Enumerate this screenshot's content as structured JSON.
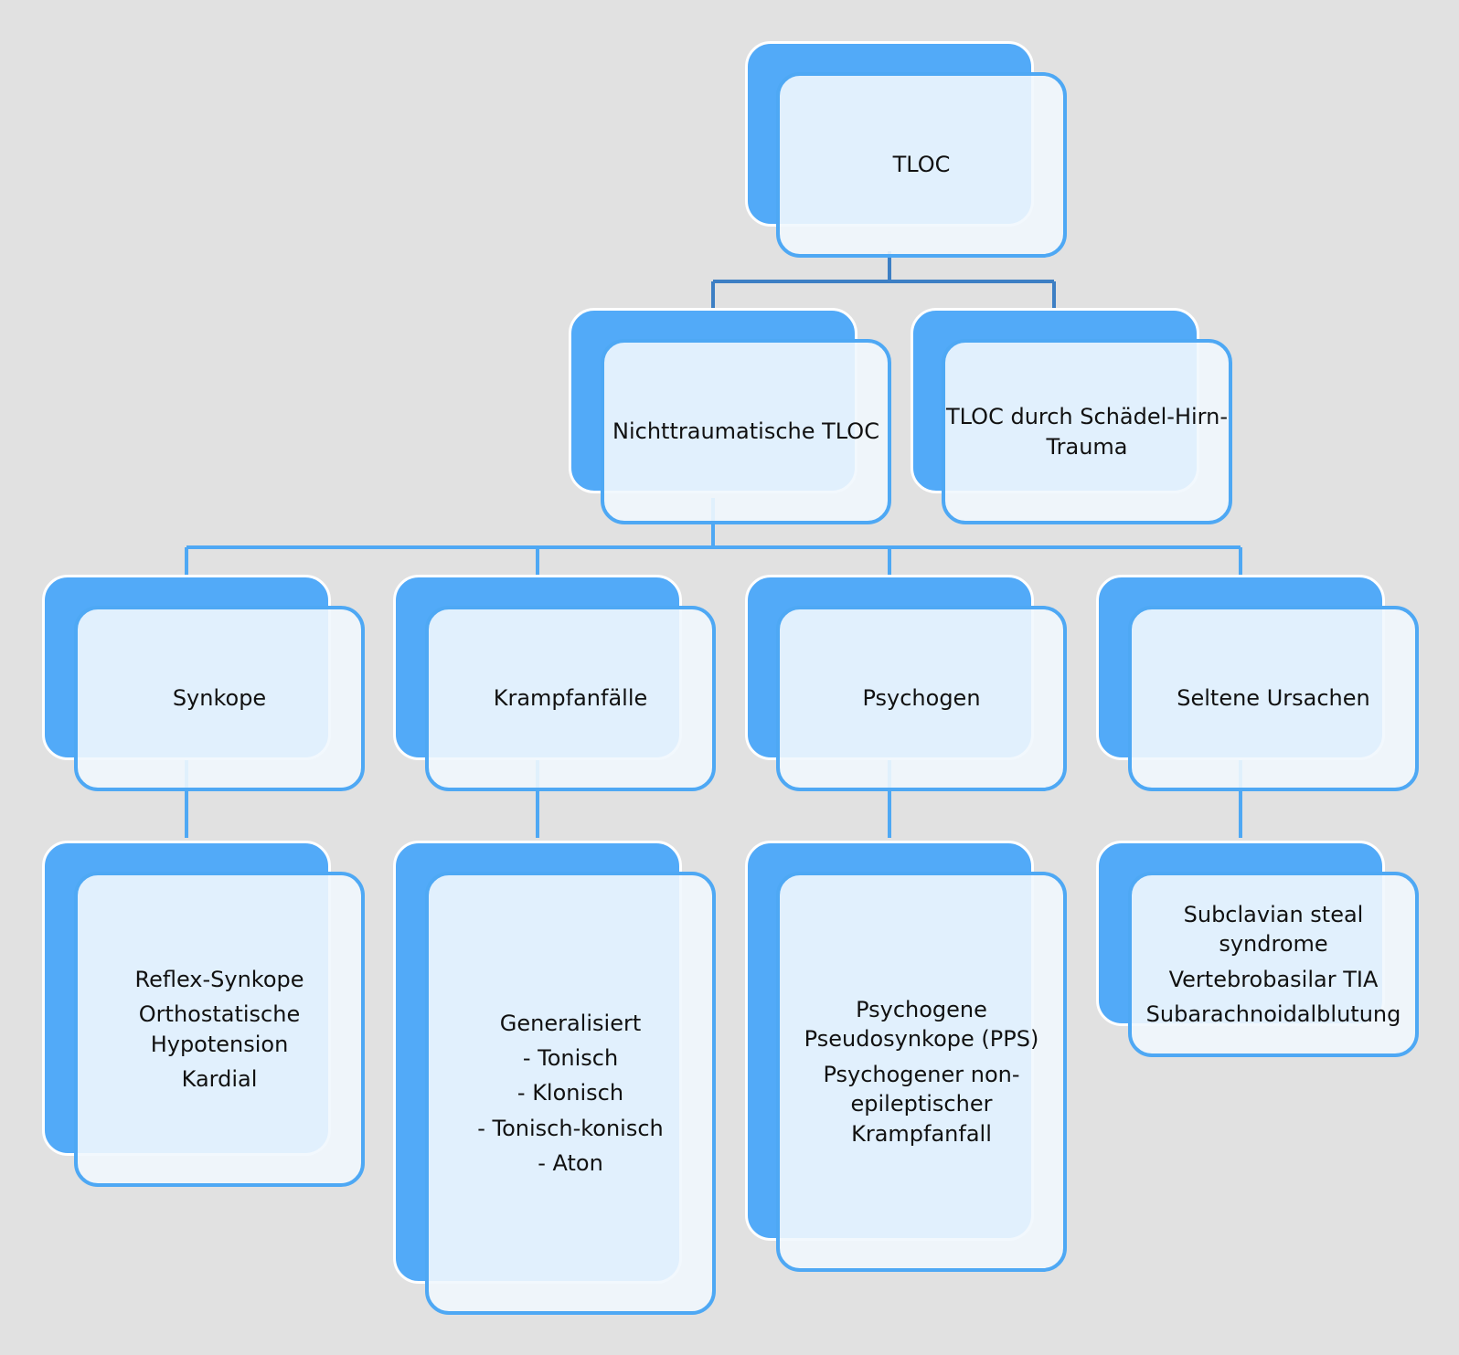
{
  "colors": {
    "background": "#e1e1e1",
    "card_back": "#52aaf8",
    "card_front": "#f1f7fd",
    "card_border": "#4ea8f4",
    "connector_dark": "#3d7fc4",
    "connector_light": "#4ea8f4"
  },
  "diagram": {
    "root": {
      "lines": [
        "TLOC"
      ]
    },
    "level2": [
      {
        "lines": [
          "Nichttraumatische TLOC"
        ]
      },
      {
        "lines": [
          "TLOC durch Schädel-Hirn-Trauma"
        ]
      }
    ],
    "level3": [
      {
        "lines": [
          "Synkope"
        ]
      },
      {
        "lines": [
          "Krampfanfälle"
        ]
      },
      {
        "lines": [
          "Psychogen"
        ]
      },
      {
        "lines": [
          "Seltene Ursachen"
        ]
      }
    ],
    "level4": [
      {
        "lines": [
          "Reflex-Synkope",
          "Orthostatische Hypotension",
          "Kardial"
        ]
      },
      {
        "lines": [
          "Generalisiert",
          "- Tonisch",
          "- Klonisch",
          "- Tonisch-konisch",
          "- Aton"
        ]
      },
      {
        "lines": [
          "Psychogene Pseudosynkope (PPS)",
          "Psychogener non-epileptischer Krampfanfall"
        ]
      },
      {
        "lines": [
          "Subclavian steal syndrome",
          "Vertebrobasilar TIA",
          "Subarachnoidalblutung"
        ]
      }
    ]
  }
}
